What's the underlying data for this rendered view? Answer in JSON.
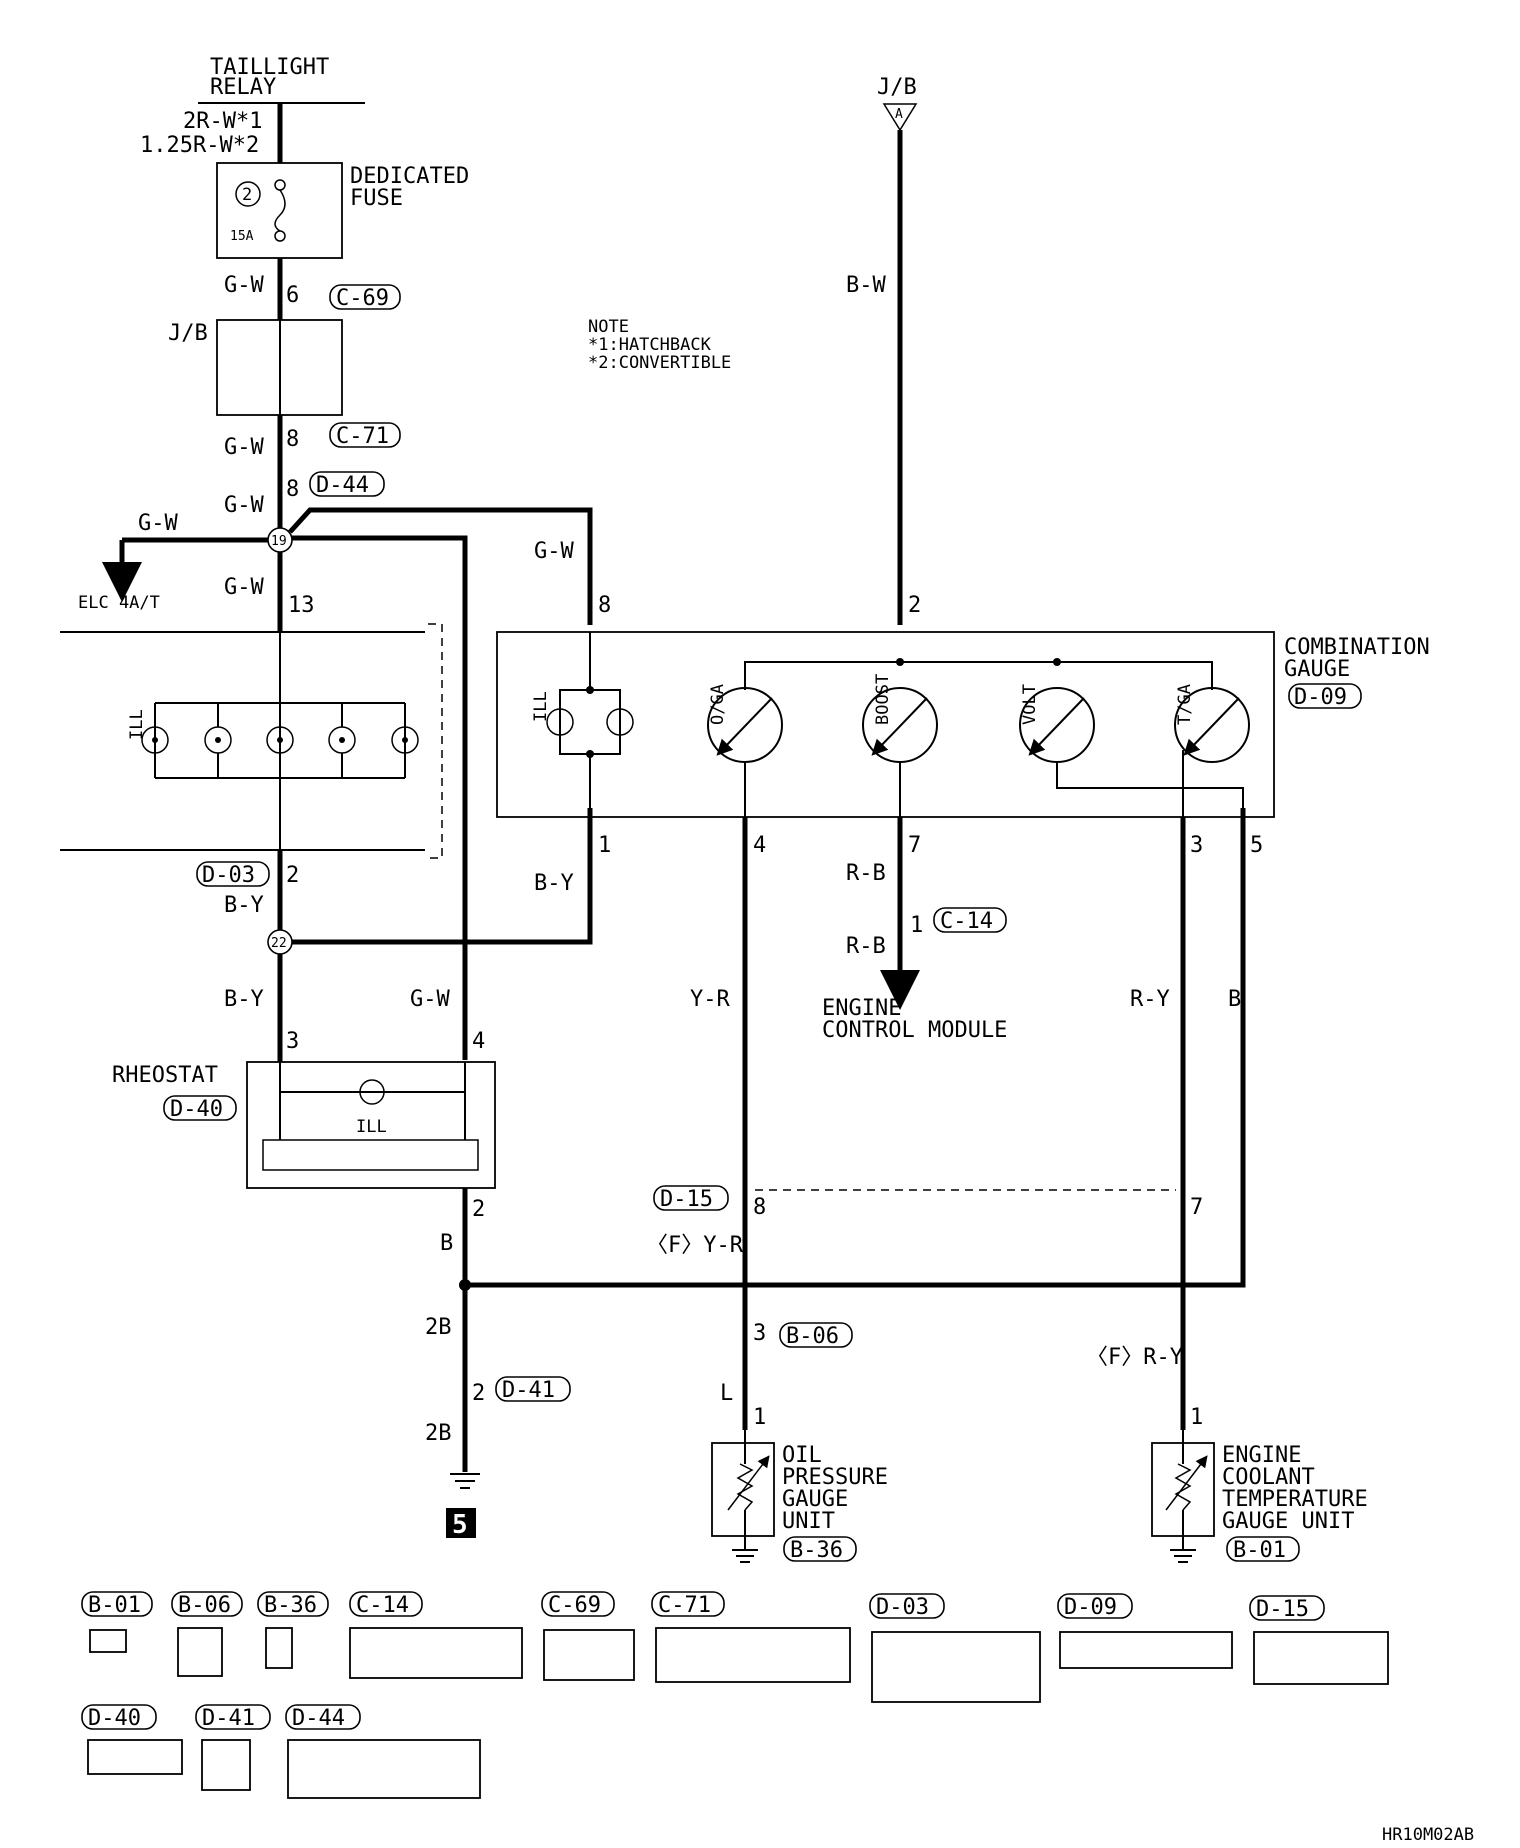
{
  "taillight_relay": "TAILLIGHT\nRELAY",
  "taillight_relay_line1": "TAILLIGHT",
  "taillight_relay_line2": "RELAY",
  "wire_2rw": "2R-W*1",
  "wire_125rw": "1.25R-W*2",
  "fuse": {
    "number": "2",
    "rating": "15A",
    "label1": "DEDICATED",
    "label2": "FUSE"
  },
  "jb_label": "J/B",
  "jb_top": "J/B",
  "jb_top_pin": "A",
  "note": {
    "title": "NOTE",
    "line1": "*1:HATCHBACK",
    "line2": "*2:CONVERTIBLE"
  },
  "wires": {
    "gw": "G-W",
    "bw": "B-W",
    "by": "B-Y",
    "rb": "R-B",
    "yr": "Y-R",
    "ry": "R-Y",
    "b": "B",
    "l": "L",
    "twob": "2B",
    "fyr": "〈F〉Y-R",
    "fry": "〈F〉R-Y"
  },
  "pins": {
    "p6": "6",
    "p8": "8",
    "p13": "13",
    "p2": "2",
    "p3": "3",
    "p4": "4",
    "p1": "1",
    "p7": "7",
    "p5": "5",
    "p19": "19",
    "p22": "22"
  },
  "elc": "ELC 4A/T",
  "ill": "ILL",
  "combination_gauge": {
    "line1": "COMBINATION",
    "line2": "GAUGE",
    "connector": "D-09"
  },
  "gauges": [
    "O/GA",
    "BOOST",
    "VOLT",
    "T/GA"
  ],
  "ecm": {
    "line1": "ENGINE",
    "line2": "CONTROL MODULE"
  },
  "rheostat": "RHEOSTAT",
  "ground_number": "5",
  "oil_unit": [
    "OIL",
    "PRESSURE",
    "GAUGE",
    "UNIT"
  ],
  "coolant_unit": [
    "ENGINE",
    "COOLANT",
    "TEMPERATURE",
    "GAUGE UNIT"
  ],
  "connectors": {
    "c69": "C-69",
    "c71": "C-71",
    "d44": "D-44",
    "d03": "D-03",
    "c14": "C-14",
    "d40": "D-40",
    "d15": "D-15",
    "b06": "B-06",
    "d41": "D-41",
    "b36": "B-36",
    "b01": "B-01",
    "d09": "D-09"
  },
  "legend_labels": [
    "B-01",
    "B-06",
    "B-36",
    "C-14",
    "C-69",
    "C-71",
    "D-03",
    "D-09",
    "D-15",
    "D-40",
    "D-41",
    "D-44"
  ],
  "figure_code": "HR10M02AB"
}
